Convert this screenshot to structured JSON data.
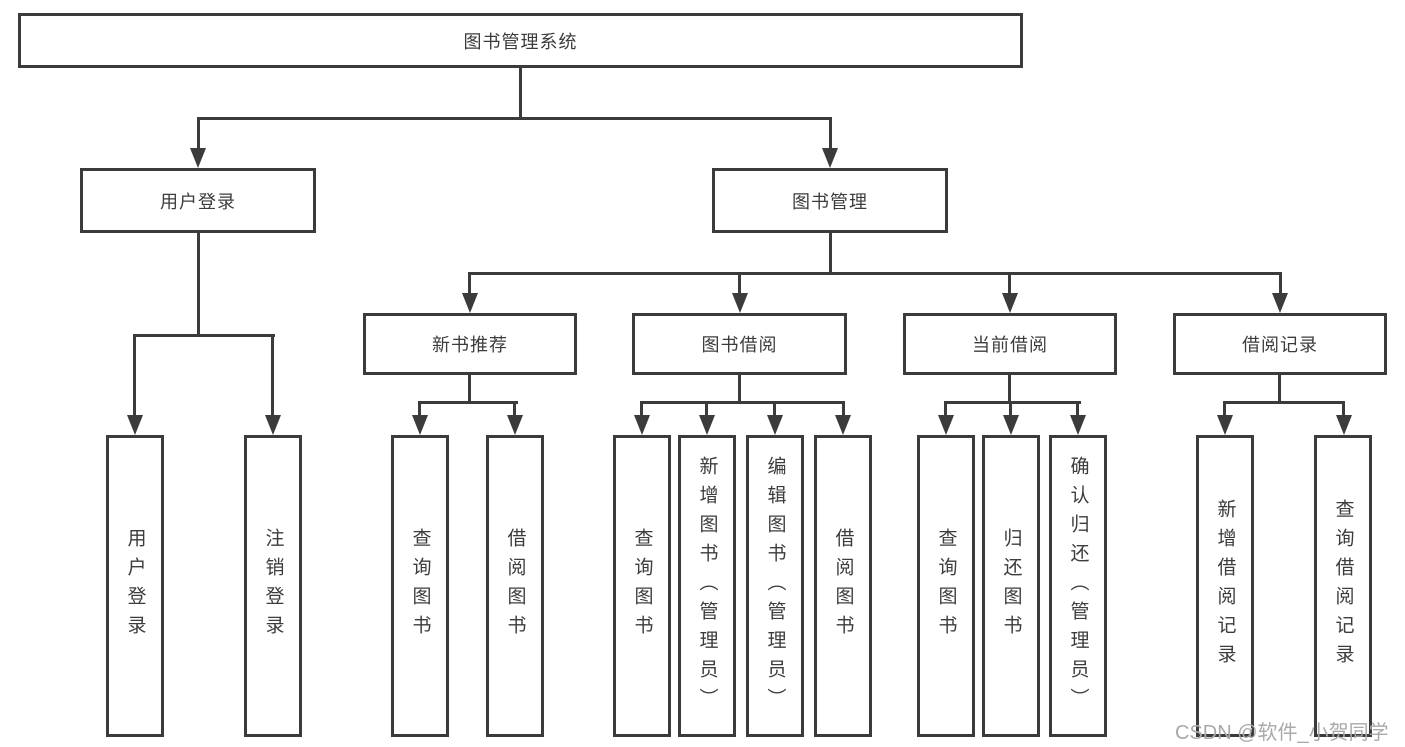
{
  "colors": {
    "line": "#3b3b3b",
    "text": "#3c3c3c",
    "watermark": "#a9a9a9",
    "background": "#ffffff"
  },
  "watermark": {
    "text": "CSDN @软件_小贺同学"
  },
  "tree": {
    "label": "图书管理系统",
    "children": [
      {
        "label": "用户登录",
        "children": [
          {
            "label": "用户登录"
          },
          {
            "label": "注销登录"
          }
        ]
      },
      {
        "label": "图书管理",
        "children": [
          {
            "label": "新书推荐",
            "children": [
              {
                "label": "查询图书"
              },
              {
                "label": "借阅图书"
              }
            ]
          },
          {
            "label": "图书借阅",
            "children": [
              {
                "label": "查询图书"
              },
              {
                "label": "新增图书（管理员）"
              },
              {
                "label": "编辑图书（管理员）"
              },
              {
                "label": "借阅图书"
              }
            ]
          },
          {
            "label": "当前借阅",
            "children": [
              {
                "label": "查询图书"
              },
              {
                "label": "归还图书"
              },
              {
                "label": "确认归还（管理员）"
              }
            ]
          },
          {
            "label": "借阅记录",
            "children": [
              {
                "label": "新增借阅记录"
              },
              {
                "label": "查询借阅记录"
              }
            ]
          }
        ]
      }
    ]
  }
}
